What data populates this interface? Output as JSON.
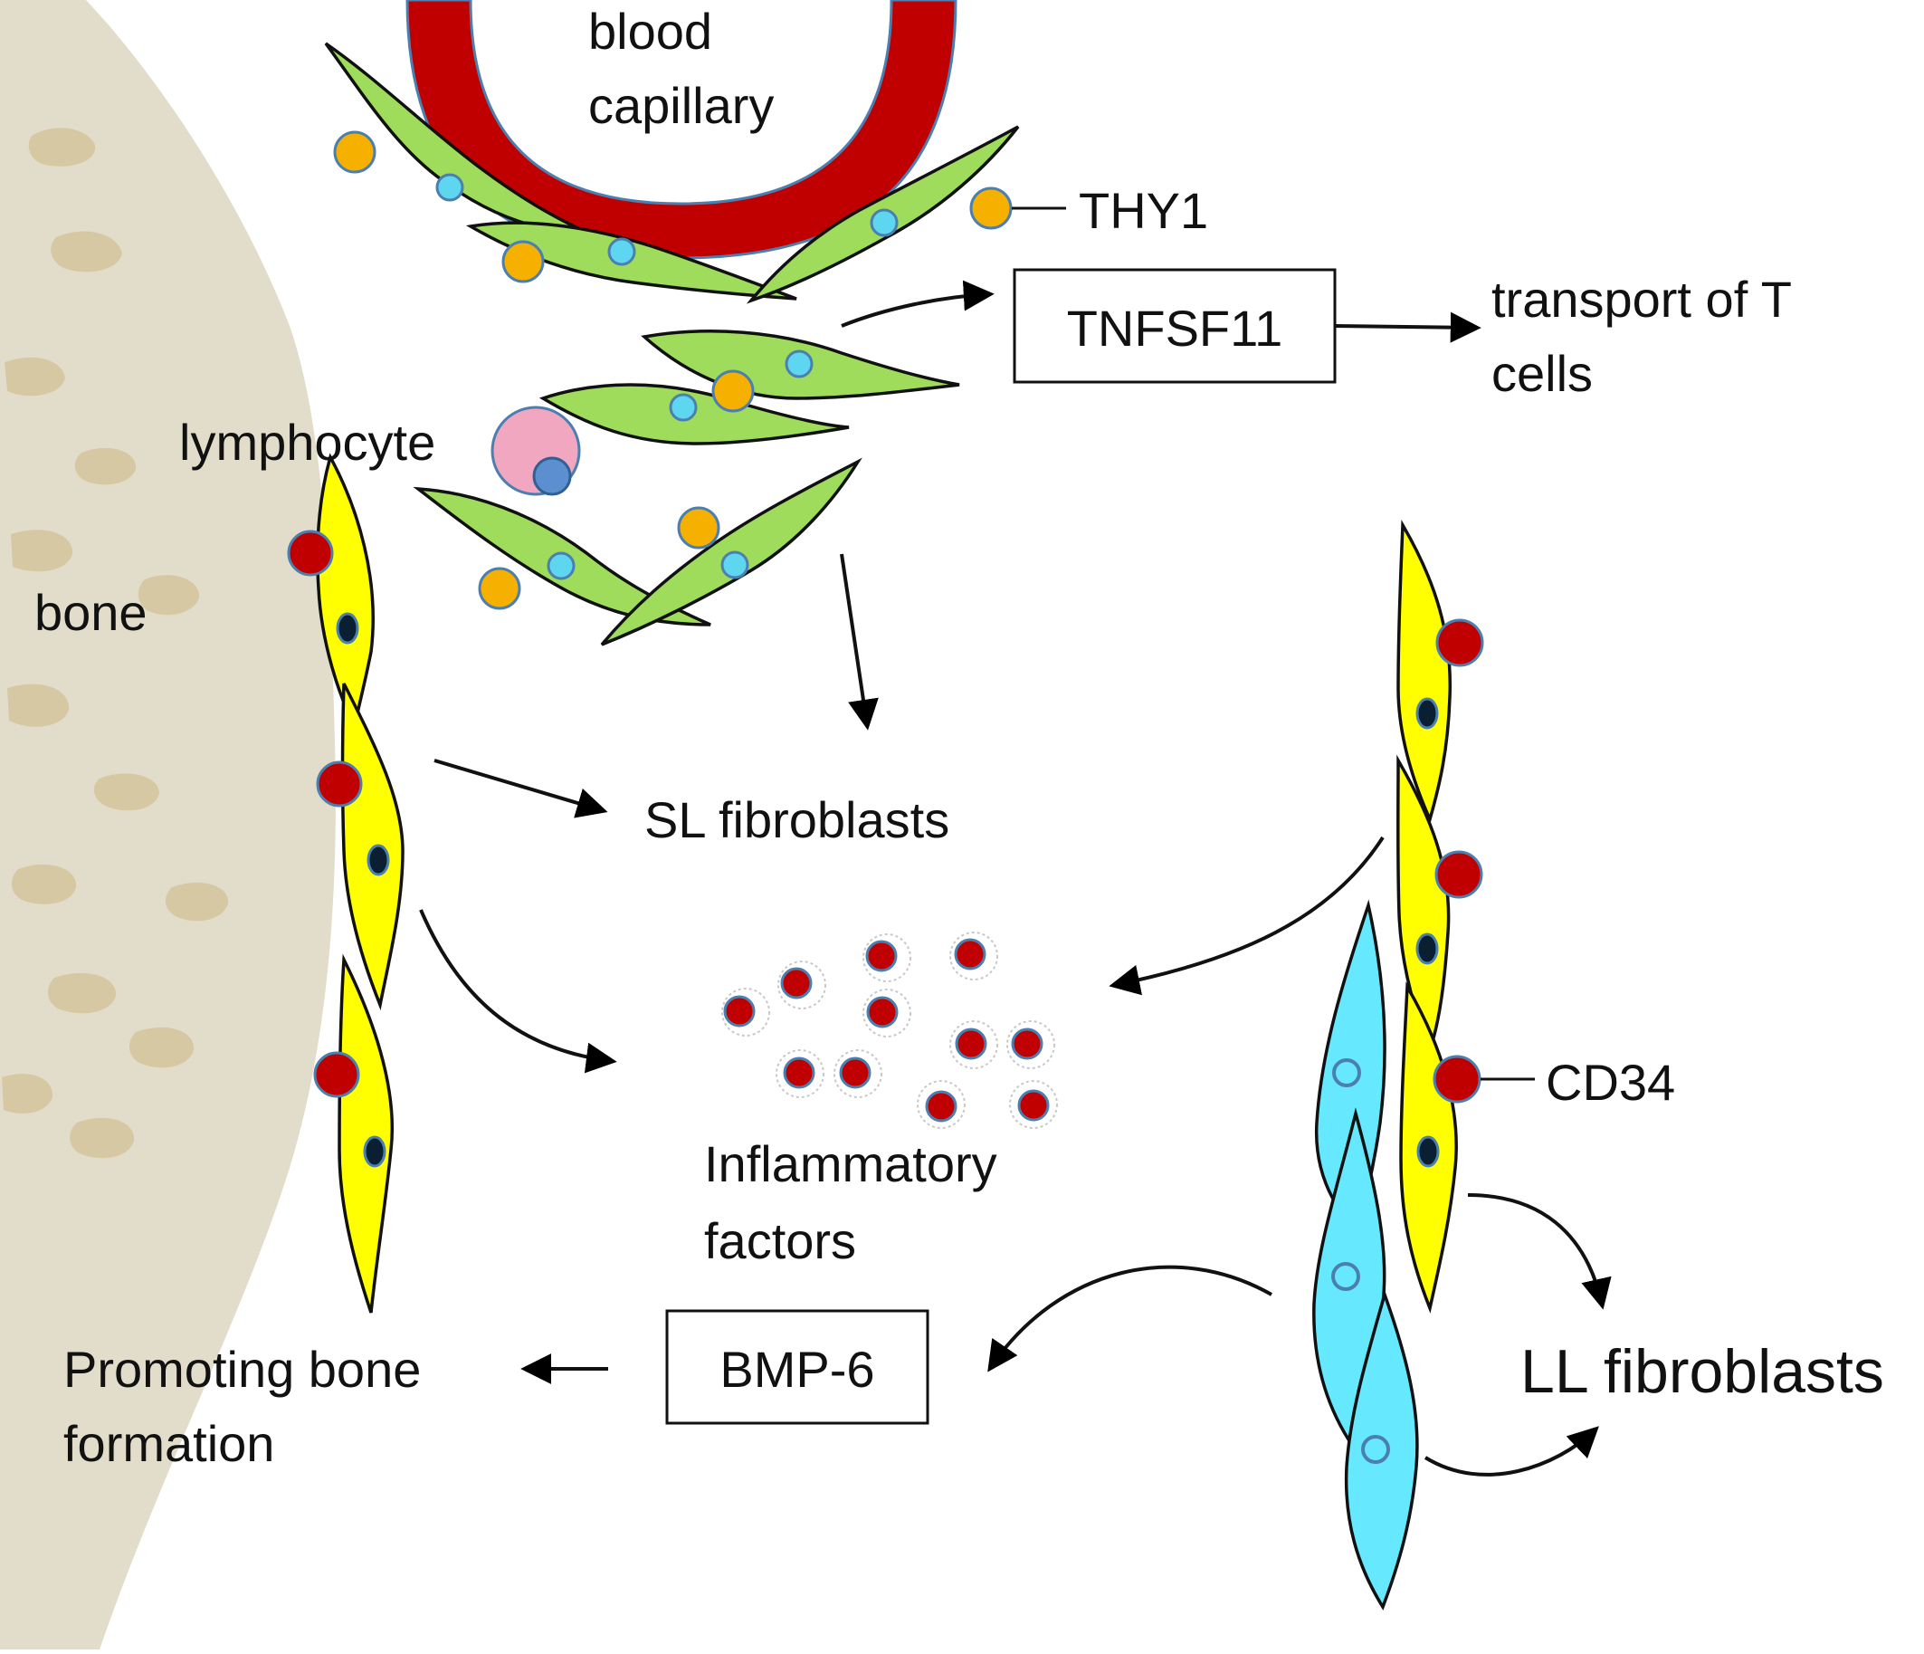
{
  "labels": {
    "blood_1": "blood",
    "blood_2": "capillary",
    "thy1": "THY1",
    "tnfsf11": "TNFSF11",
    "transport_1": "transport of T",
    "transport_2": "cells",
    "lymphocyte": "lymphocyte",
    "bone": "bone",
    "sl": "SL fibroblasts",
    "inflam_1": "Inflammatory",
    "inflam_2": "factors",
    "cd34": "CD34",
    "ll": "LL fibroblasts",
    "bmp6": "BMP-6",
    "promo_1": "Promoting bone",
    "promo_2": "formation"
  },
  "colors": {
    "bone": "#e2ddcb",
    "bone_spot": "#d6c8a2",
    "capillary": "#c00000",
    "capillary_edge": "#4a7fb0",
    "green_cell": "#9fdc5c",
    "yellow_cell": "#ffff00",
    "cyan_cell": "#66e8ff",
    "thy1_marker": "#f5b000",
    "cd34_marker": "#c00000",
    "lymphocyte": "#f2a7c0",
    "lymph_nucleus": "#5b8fd0",
    "nucleus_light": "#5fd6f0",
    "nucleus_dark": "#0b1f33"
  }
}
